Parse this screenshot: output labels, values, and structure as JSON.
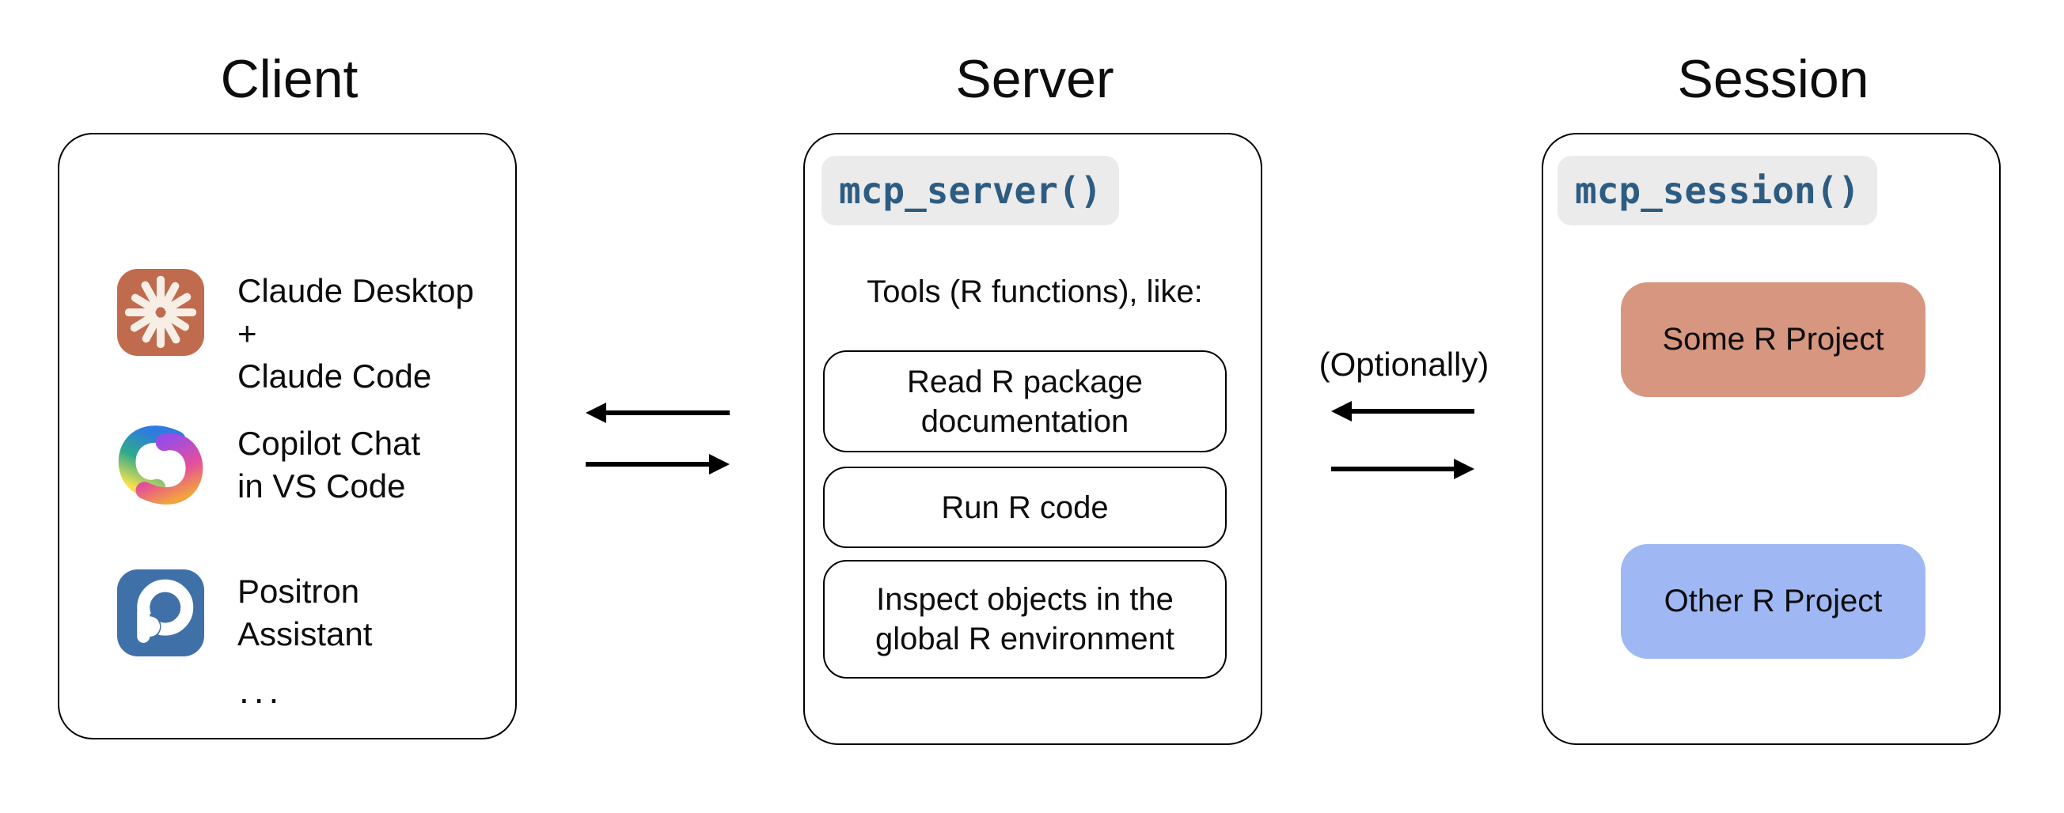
{
  "titles": {
    "client": "Client",
    "server": "Server",
    "session": "Session"
  },
  "client": {
    "items": [
      {
        "icon": "claude-logo",
        "line1": "Claude Desktop +",
        "line2": "Claude Code"
      },
      {
        "icon": "copilot-logo",
        "line1": "Copilot Chat",
        "line2": "in VS Code"
      },
      {
        "icon": "positron-logo",
        "line1": "Positron",
        "line2": "Assistant"
      }
    ],
    "ellipsis": "..."
  },
  "server": {
    "code_label": "mcp_server()",
    "tools_heading": "Tools (R functions), like:",
    "tools": [
      {
        "lines": [
          "Read R package",
          "documentation"
        ]
      },
      {
        "lines": [
          "Run R code"
        ]
      },
      {
        "lines": [
          "Inspect objects in the",
          "global R environment"
        ]
      }
    ]
  },
  "session": {
    "code_label": "mcp_session()",
    "projects": [
      {
        "label": "Some R Project",
        "color": "#D79680"
      },
      {
        "label": "Other R Project",
        "color": "#9FB8F3"
      }
    ]
  },
  "connections": {
    "optionally_label": "(Optionally)"
  },
  "colors": {
    "background": "#FFFFFF",
    "box_border": "#000000",
    "text": "#0D0D0D",
    "code_text_blue": "#2D5C82",
    "code_chip_bg": "#EBEBEB",
    "claude_terracotta": "#C06A4E",
    "claude_starburst_cream": "#F7EFE6",
    "positron_blue": "#4070A8",
    "some_project_salmon": "#D79680",
    "other_project_periwinkle": "#9FB8F3"
  }
}
